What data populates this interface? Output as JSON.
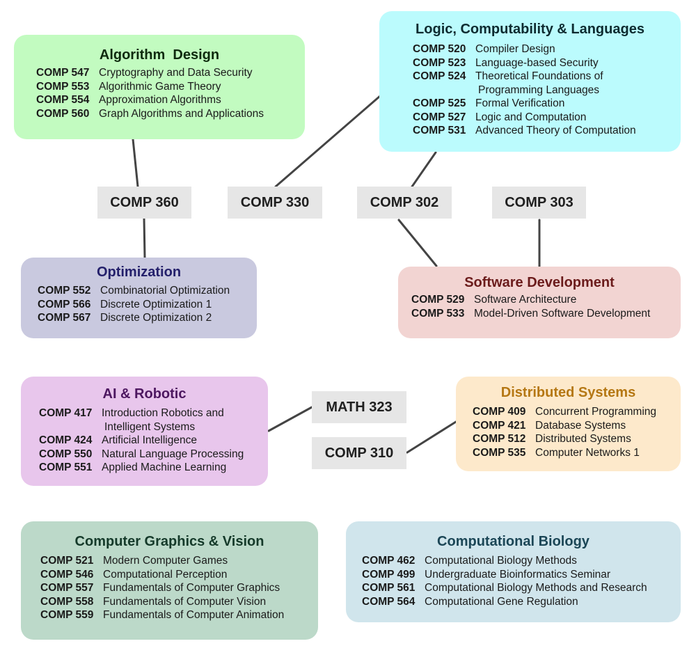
{
  "groups": {
    "algorithm": {
      "title": "Algorithm  Design",
      "color": "#c2fbc0",
      "courses": [
        {
          "code": "COMP 547",
          "name": "Cryptography and Data Security"
        },
        {
          "code": "COMP 553",
          "name": "Algorithmic Game Theory"
        },
        {
          "code": "COMP 554",
          "name": "Approximation Algorithms"
        },
        {
          "code": "COMP 560",
          "name": "Graph Algorithms and Applications"
        }
      ]
    },
    "logic": {
      "title": "Logic, Computability & Languages",
      "color": "#bbfbfd",
      "courses": [
        {
          "code": "COMP 520",
          "name": "Compiler Design"
        },
        {
          "code": "COMP 523",
          "name": "Language-based Security"
        },
        {
          "code": "COMP 524",
          "name": "Theoretical Foundations of",
          "name2": "Programming Languages"
        },
        {
          "code": "COMP 525",
          "name": "Formal Verification"
        },
        {
          "code": "COMP 527",
          "name": "Logic and Computation"
        },
        {
          "code": "COMP 531",
          "name": "Advanced Theory of Computation"
        }
      ]
    },
    "optimization": {
      "title": "Optimization",
      "color": "#c9c9df",
      "title_color": "#24206b",
      "courses": [
        {
          "code": "COMP 552",
          "name": "Combinatorial Optimization"
        },
        {
          "code": "COMP 566",
          "name": "Discrete Optimization 1"
        },
        {
          "code": "COMP 567",
          "name": "Discrete Optimization 2"
        }
      ]
    },
    "software": {
      "title": "Software Development",
      "color": "#f2d4d2",
      "title_color": "#6b1b1b",
      "courses": [
        {
          "code": "COMP 529",
          "name": "Software Architecture"
        },
        {
          "code": "COMP 533",
          "name": "Model-Driven Software Development"
        }
      ]
    },
    "ai": {
      "title": "AI & Robotic",
      "color": "#e8c6ec",
      "title_color": "#4d1760",
      "courses": [
        {
          "code": "COMP 417",
          "name": "Introduction Robotics and",
          "name2": "Intelligent Systems"
        },
        {
          "code": "COMP 424",
          "name": "Artificial Intelligence"
        },
        {
          "code": "COMP 550",
          "name": "Natural Language Processing"
        },
        {
          "code": "COMP 551",
          "name": "Applied Machine Learning"
        }
      ]
    },
    "distributed": {
      "title": "Distributed Systems",
      "color": "#fde9cb",
      "title_color": "#b57713",
      "courses": [
        {
          "code": "COMP 409",
          "name": "Concurrent Programming"
        },
        {
          "code": "COMP 421",
          "name": "Database Systems"
        },
        {
          "code": "COMP 512",
          "name": "Distributed Systems"
        },
        {
          "code": "COMP 535",
          "name": "Computer Networks 1"
        }
      ]
    },
    "graphics": {
      "title": "Computer Graphics & Vision",
      "color": "#bcd9c9",
      "title_color": "#153a2a",
      "courses": [
        {
          "code": "COMP 521",
          "name": "Modern Computer Games"
        },
        {
          "code": "COMP 546",
          "name": "Computational Perception"
        },
        {
          "code": "COMP 557",
          "name": "Fundamentals of Computer Graphics"
        },
        {
          "code": "COMP 558",
          "name": "Fundamentals of Computer Vision"
        },
        {
          "code": "COMP 559",
          "name": "Fundamentals of Computer Animation"
        }
      ]
    },
    "biology": {
      "title": "Computational Biology",
      "color": "#d0e5ec",
      "title_color": "#1b4656",
      "courses": [
        {
          "code": "COMP 462",
          "name": "Computational Biology Methods"
        },
        {
          "code": "COMP 499",
          "name": "Undergraduate Bioinformatics Seminar"
        },
        {
          "code": "COMP 561",
          "name": "Computational Biology Methods and Research"
        },
        {
          "code": "COMP 564",
          "name": "Computational Gene Regulation"
        }
      ]
    }
  },
  "prerequisites": {
    "comp360": "COMP 360",
    "comp330": "COMP 330",
    "comp302": "COMP 302",
    "comp303": "COMP 303",
    "math323": "MATH 323",
    "comp310": "COMP 310"
  },
  "tag_color": "#e6e6e6",
  "link_color": "#444444"
}
